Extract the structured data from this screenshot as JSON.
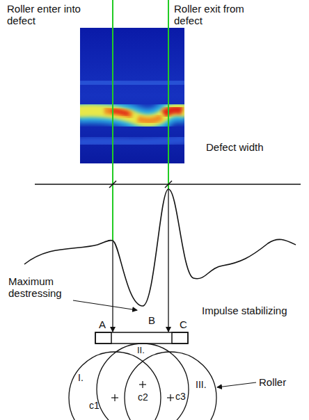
{
  "diagram": {
    "labels": [
      "Roller enter into defect",
      "Roller exit from defect",
      "Defect width",
      "Maximum destressing",
      "Impulse stabilizing",
      "A",
      "B",
      "C",
      "I.",
      "II.",
      "III.",
      "c1",
      "c2",
      "c3",
      "Roller"
    ]
  }
}
